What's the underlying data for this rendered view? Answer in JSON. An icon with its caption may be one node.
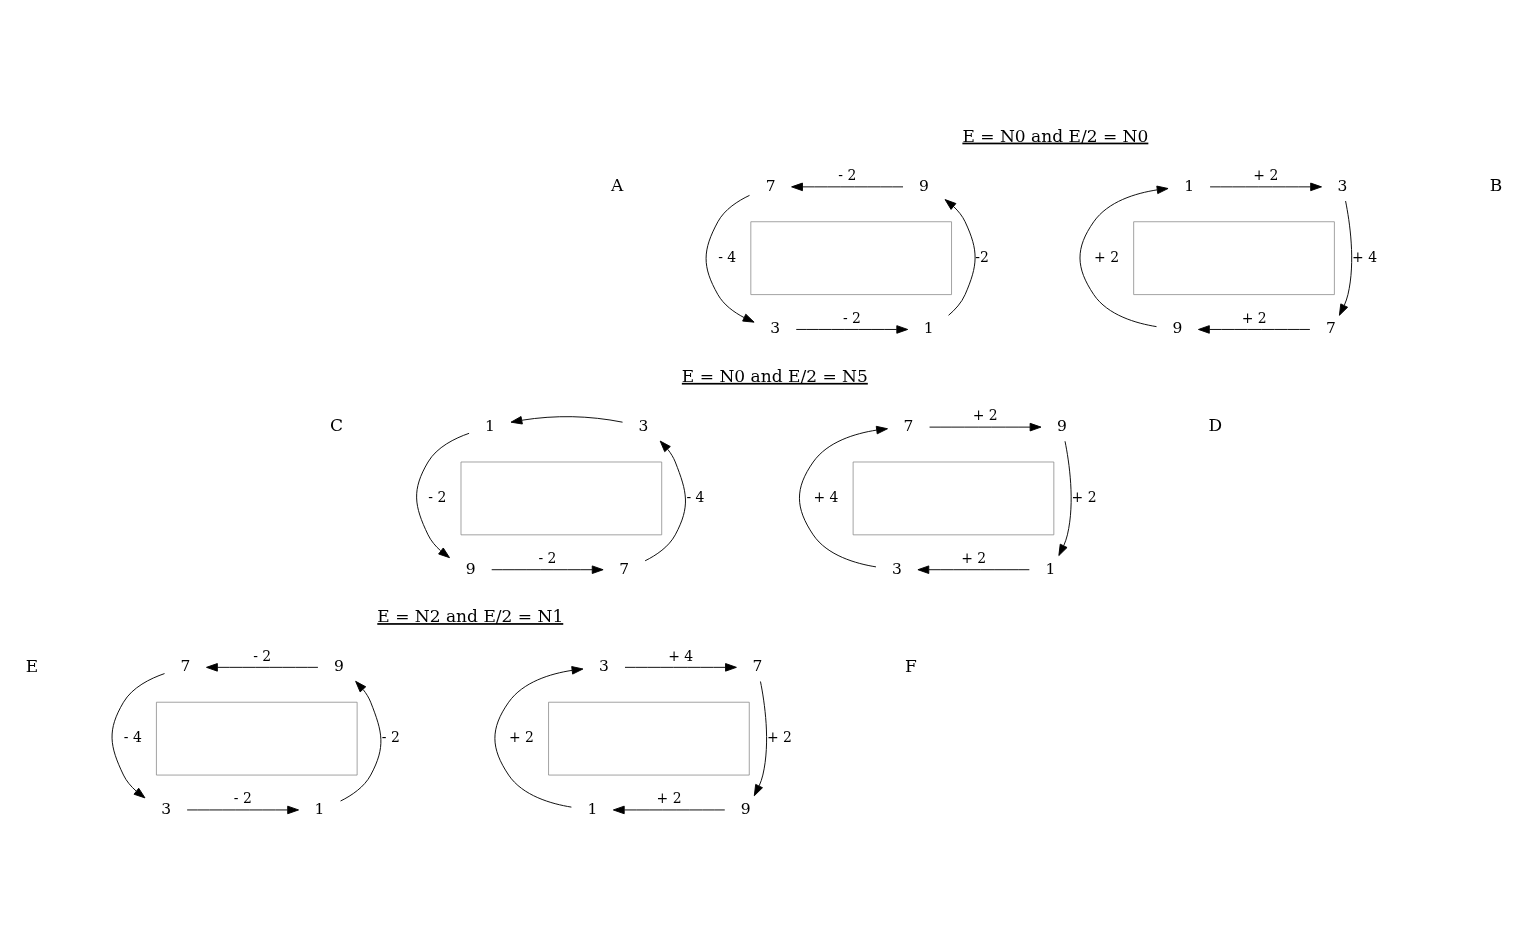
{
  "diagram": {
    "nodes": [
      {
        "text": [],
        "shape": "box"
      },
      {
        "text": [
          "7"
        ]
      },
      {
        "text": [
          "9"
        ]
      },
      {
        "text": [
          "3"
        ]
      },
      {
        "text": [
          "1"
        ]
      },
      {
        "text": [],
        "shape": "box"
      },
      {
        "text": [
          "1"
        ]
      },
      {
        "text": [
          "3"
        ]
      },
      {
        "text": [
          "9"
        ]
      },
      {
        "text": [
          "7"
        ]
      },
      {
        "text": [],
        "shape": "box"
      },
      {
        "text": [
          "1"
        ]
      },
      {
        "text": [
          "3"
        ]
      },
      {
        "text": [
          "9"
        ]
      },
      {
        "text": [
          "7"
        ]
      },
      {
        "text": [],
        "shape": "box"
      },
      {
        "text": [
          "7"
        ]
      },
      {
        "text": [
          "9"
        ]
      },
      {
        "text": [
          "3"
        ]
      },
      {
        "text": [
          "1"
        ]
      },
      {
        "text": [],
        "shape": "box"
      },
      {
        "text": [
          "7"
        ]
      },
      {
        "text": [
          "9"
        ]
      },
      {
        "text": [
          "3"
        ]
      },
      {
        "text": [
          "1"
        ]
      },
      {
        "text": [],
        "shape": "box"
      },
      {
        "text": [
          "3"
        ]
      },
      {
        "text": [
          "7"
        ]
      },
      {
        "text": [
          "1"
        ]
      },
      {
        "text": [
          "9"
        ]
      }
    ],
    "edges": [
      {
        "from": 2,
        "to": 1,
        "arrow": "to",
        "label": "- 2"
      },
      {
        "from": 1,
        "to": 3,
        "arrow": "to",
        "label": "- 4"
      },
      {
        "from": 3,
        "to": 4,
        "arrow": "to",
        "label": "- 2"
      },
      {
        "from": 4,
        "to": 2,
        "arrow": "to",
        "label": "-2"
      },
      {
        "from": 6,
        "to": 7,
        "arrow": "to",
        "label": "+ 2"
      },
      {
        "from": 7,
        "to": 9,
        "arrow": "to",
        "label": "+ 4"
      },
      {
        "from": 9,
        "to": 8,
        "arrow": "to",
        "label": "+ 2"
      },
      {
        "from": 8,
        "to": 6,
        "arrow": "to",
        "label": "+ 2"
      },
      {
        "from": 12,
        "to": 11,
        "arrow": "to"
      },
      {
        "from": 11,
        "to": 13,
        "arrow": "to",
        "label": "- 2"
      },
      {
        "from": 13,
        "to": 14,
        "arrow": "to",
        "label": "- 2"
      },
      {
        "from": 14,
        "to": 12,
        "arrow": "to",
        "label": "- 4"
      },
      {
        "from": 16,
        "to": 17,
        "arrow": "to",
        "label": "+ 2"
      },
      {
        "from": 17,
        "to": 19,
        "arrow": "to",
        "label": "+ 2"
      },
      {
        "from": 19,
        "to": 18,
        "arrow": "to",
        "label": "+ 2"
      },
      {
        "from": 18,
        "to": 16,
        "arrow": "to",
        "label": "+ 4"
      },
      {
        "from": 22,
        "to": 21,
        "arrow": "to",
        "label": "- 2"
      },
      {
        "from": 21,
        "to": 23,
        "arrow": "to",
        "label": "- 4"
      },
      {
        "from": 23,
        "to": 24,
        "arrow": "to",
        "label": "- 2"
      },
      {
        "from": 24,
        "to": 22,
        "arrow": "to",
        "label": "- 2"
      },
      {
        "from": 26,
        "to": 27,
        "arrow": "to",
        "label": "+ 4"
      },
      {
        "from": 27,
        "to": 29,
        "arrow": "to",
        "label": "+ 2"
      },
      {
        "from": 29,
        "to": 28,
        "arrow": "to",
        "label": "+ 2"
      },
      {
        "from": 28,
        "to": 26,
        "arrow": "to",
        "label": "+ 2"
      }
    ],
    "labels": [
      "E = N0 and E/2 = N0",
      "A",
      "B",
      "E = N0 and E/2 = N5",
      "C",
      "D",
      "E = N2 and E/2 = N1",
      "E",
      "F"
    ]
  }
}
